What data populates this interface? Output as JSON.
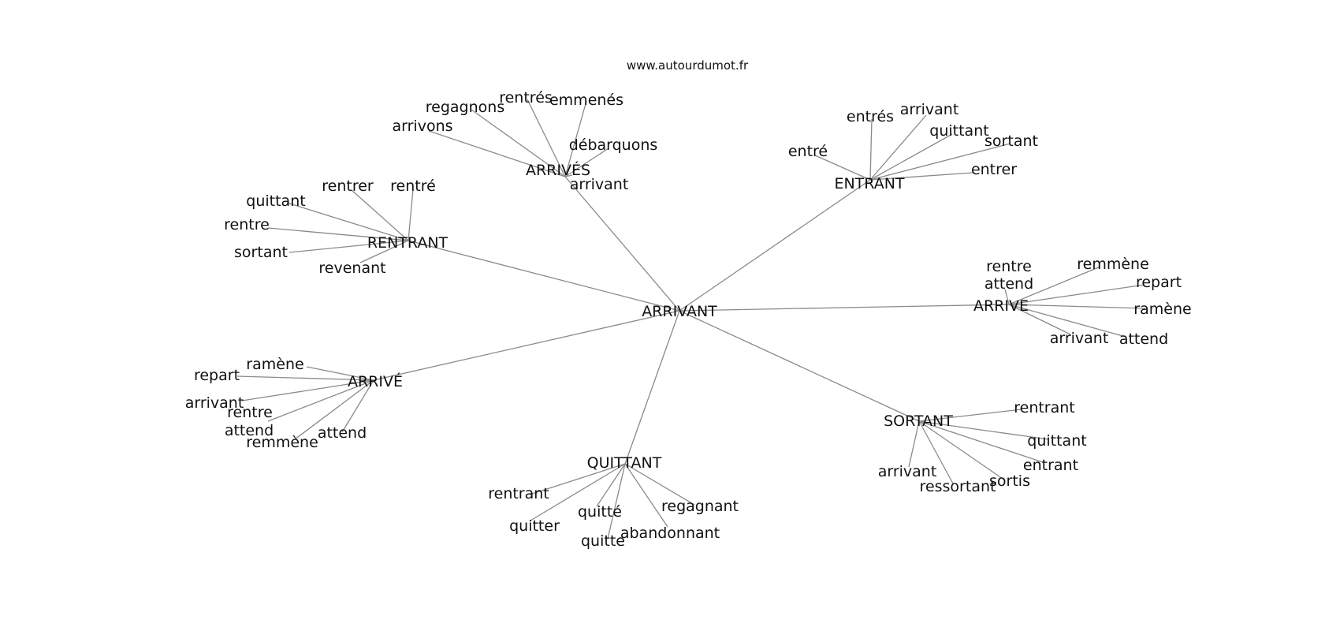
{
  "site": "www.autourdumot.fr",
  "center": {
    "label": "ARRIVANT"
  },
  "clusters": [
    {
      "id": "arrives",
      "label": "ARRIVÉS",
      "leaves": [
        "arrivons",
        "regagnons",
        "rentrés",
        "emmenés",
        "débarquons",
        "arrivant"
      ]
    },
    {
      "id": "entrant",
      "label": "ENTRANT",
      "leaves": [
        "entré",
        "entrés",
        "arrivant",
        "quittant",
        "sortant",
        "entrer"
      ]
    },
    {
      "id": "rentrant",
      "label": "RENTRANT",
      "leaves": [
        "quittant",
        "rentrer",
        "rentré",
        "rentre",
        "sortant",
        "revenant"
      ]
    },
    {
      "id": "arrive",
      "label": "ARRIVE",
      "leaves": [
        "rentre\nattend",
        "remmène",
        "repart",
        "ramène",
        "arrivant",
        "attend"
      ]
    },
    {
      "id": "arrive-accent",
      "label": "ARRIVÉ",
      "leaves": [
        "ramène",
        "repart",
        "arrivant",
        "rentre\nattend",
        "remmène",
        "attend"
      ]
    },
    {
      "id": "sortant",
      "label": "SORTANT",
      "leaves": [
        "rentrant",
        "quittant",
        "entrant",
        "arrivant",
        "ressortant",
        "sortis"
      ]
    },
    {
      "id": "quittant",
      "label": "QUITTANT",
      "leaves": [
        "rentrant",
        "quitter",
        "quitté",
        "quitte",
        "abandonnant",
        "regagnant"
      ]
    }
  ]
}
